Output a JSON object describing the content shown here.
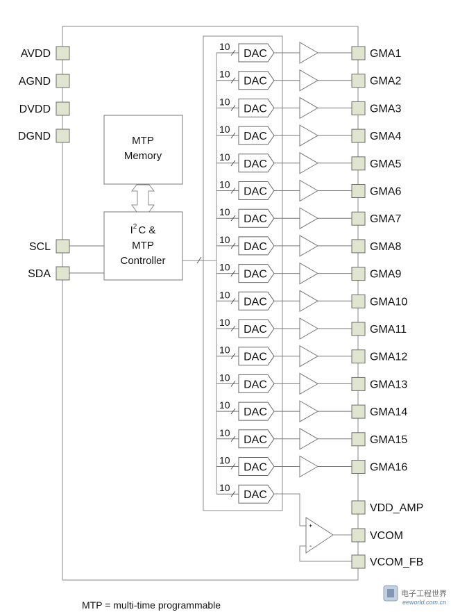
{
  "left_pins": [
    "AVDD",
    "AGND",
    "DVDD",
    "DGND"
  ],
  "serial_pins": [
    "SCL",
    "SDA"
  ],
  "memory_block": {
    "line1": "MTP",
    "line2": "Memory"
  },
  "controller_block": {
    "line1_base": "I",
    "line1_sup": "2",
    "line1_rest": "C &",
    "line2": "MTP",
    "line3": "Controller"
  },
  "dac_label": "DAC",
  "bus_width": "10",
  "gamma_outputs": [
    "GMA1",
    "GMA2",
    "GMA3",
    "GMA4",
    "GMA5",
    "GMA6",
    "GMA7",
    "GMA8",
    "GMA9",
    "GMA10",
    "GMA11",
    "GMA12",
    "GMA13",
    "GMA14",
    "GMA15",
    "GMA16"
  ],
  "vcom_pins": [
    "VDD_AMP",
    "VCOM",
    "VCOM_FB"
  ],
  "opamp_signs": {
    "plus": "+",
    "minus": "-"
  },
  "footnote": "MTP = multi-time programmable",
  "watermark": {
    "line1": "电子工程世界",
    "line2": "eeworld.com.cn"
  },
  "colors": {
    "pin_fill": "#dfe5cf",
    "pin_stroke": "#6b6b6b",
    "line": "#777777",
    "text": "#111111"
  }
}
